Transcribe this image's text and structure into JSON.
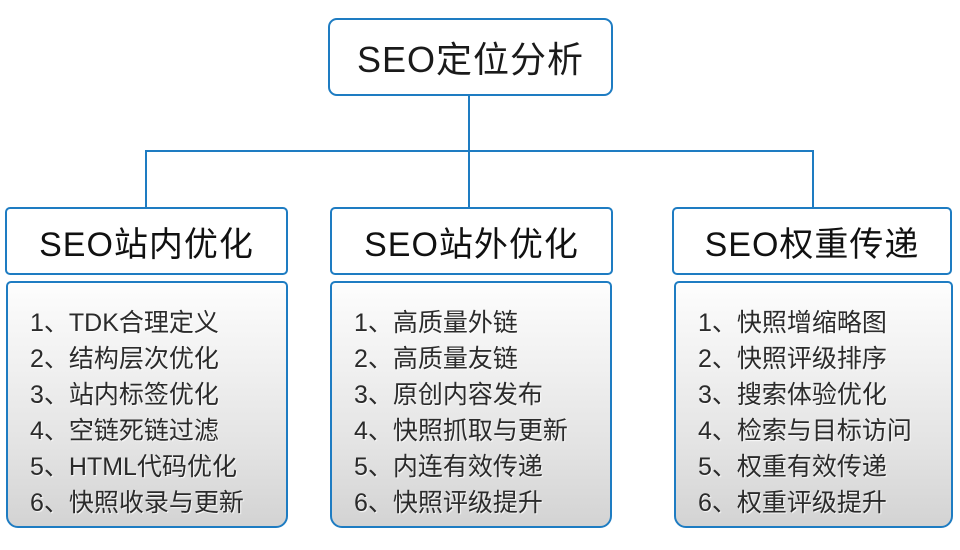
{
  "title": "SEO定位分析",
  "colors": {
    "connector_and_border_blue": "#1e7cc2",
    "heading_text": "#111111",
    "list_text": "#2b2b2b",
    "list_gradient_top": "#fdfdfd",
    "list_gradient_bottom": "#d3d3d3"
  },
  "columns": [
    {
      "header": "SEO站内优化",
      "items": [
        "1、TDK合理定义",
        "2、结构层次优化",
        "3、站内标签优化",
        "4、空链死链过滤",
        "5、HTML代码优化",
        "6、快照收录与更新"
      ]
    },
    {
      "header": "SEO站外优化",
      "items": [
        "1、高质量外链",
        "2、高质量友链",
        "3、原创内容发布",
        "4、快照抓取与更新",
        "5、内连有效传递",
        "6、快照评级提升"
      ]
    },
    {
      "header": "SEO权重传递",
      "items": [
        "1、快照增缩略图",
        "2、快照评级排序",
        "3、搜索体验优化",
        "4、检索与目标访问",
        "5、权重有效传递",
        "6、权重评级提升"
      ]
    }
  ]
}
